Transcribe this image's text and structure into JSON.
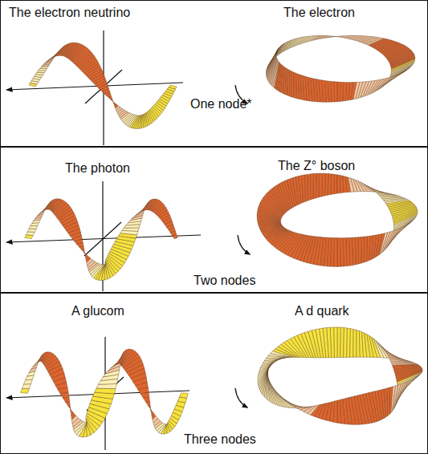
{
  "diagram": {
    "nodes": [
      {
        "text": [
          "The electron neutrino",
          "The electron",
          "One node*"
        ]
      },
      {
        "text": [
          "The photon",
          "The Z° boson",
          "Two nodes"
        ]
      },
      {
        "text": [
          "A glucom",
          "A d quark",
          "Three nodes"
        ]
      }
    ]
  }
}
